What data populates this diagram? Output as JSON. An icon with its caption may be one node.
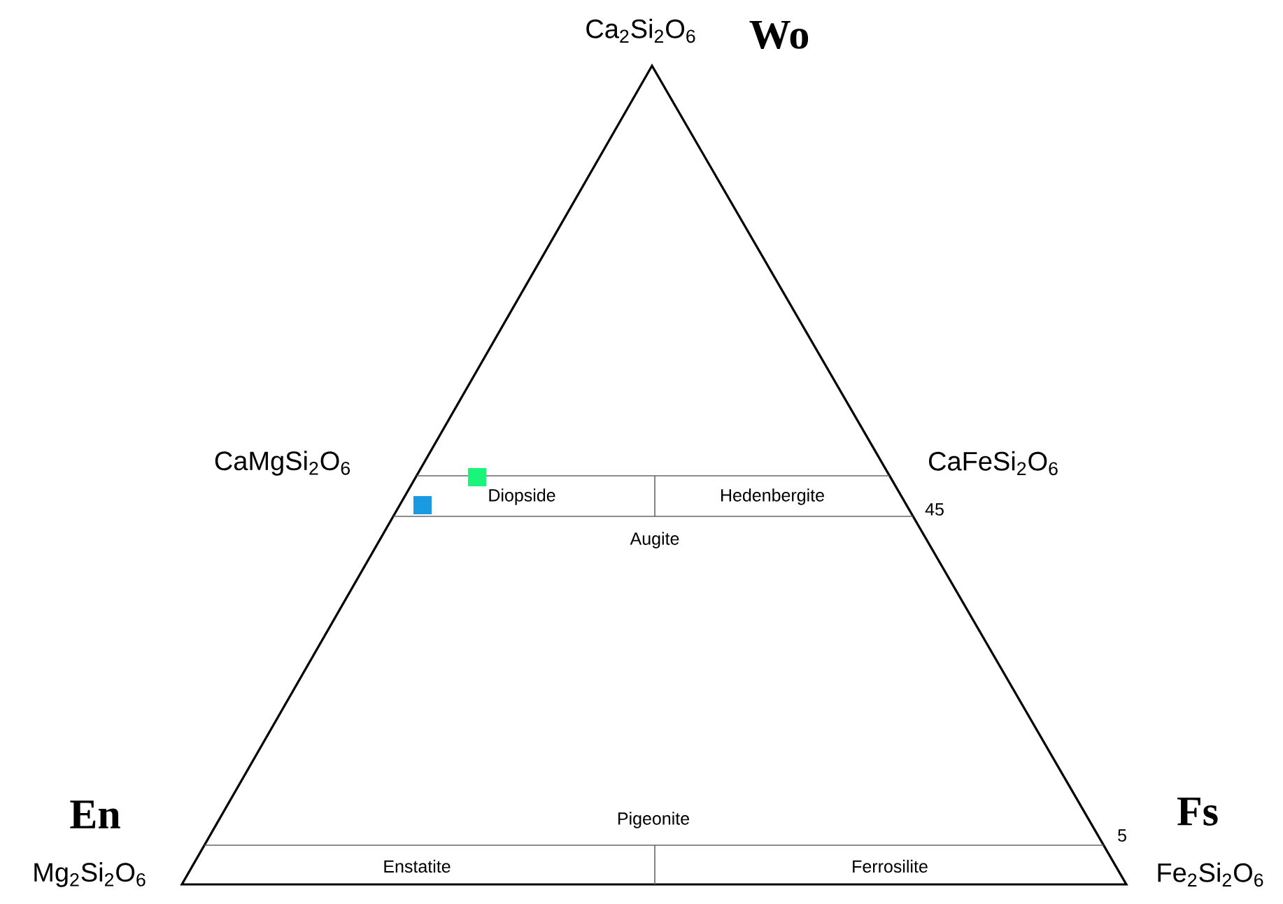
{
  "diagram": {
    "labels": [
      "Ca$_{2}$Si$_{2}$O$_{6}$",
      "Wo",
      "CaMgSi$_{2}$O$_{6}$",
      "CaFeSi$_{2}$O$_{6}$",
      "Diopside",
      "Hedenbergite",
      "45",
      "Augite",
      "En",
      "Fs",
      "Pigeonite",
      "5",
      "Mg$_{2}$Si$_{2}$O$_{6}$",
      "Enstatite",
      "Ferrosilite",
      "Fe$_{2}$Si$_{2}$O$_{6}$"
    ]
  }
}
